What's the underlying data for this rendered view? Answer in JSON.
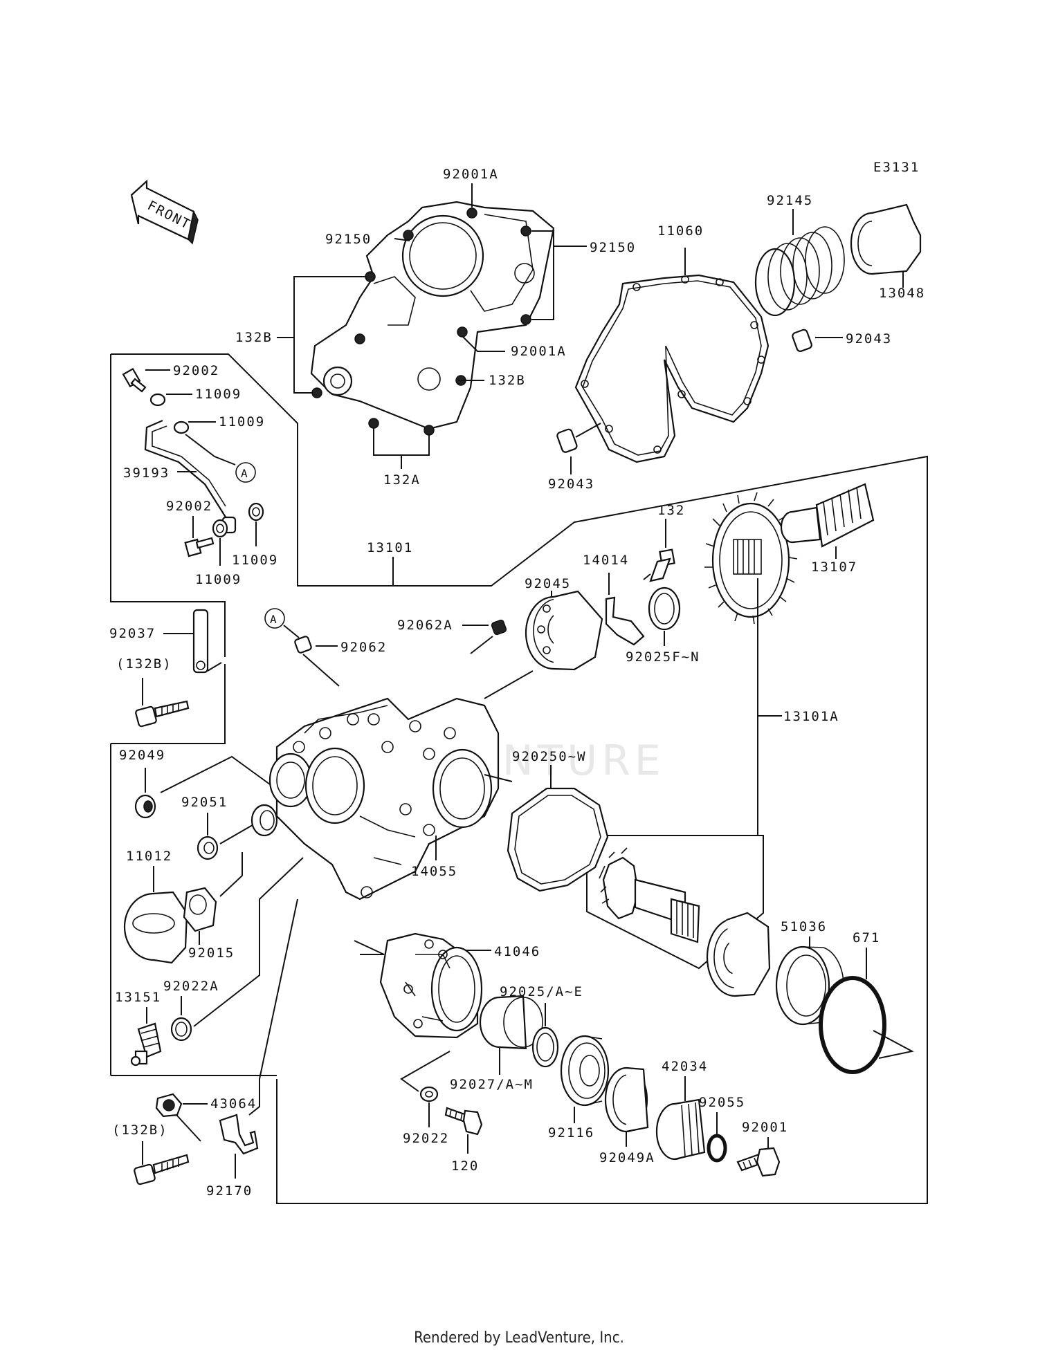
{
  "diagram_code": "E3131",
  "front_label": "FRONT",
  "callout_a": "A",
  "footer": "Rendered by LeadVenture, Inc.",
  "labels": {
    "p92001A_top": "92001A",
    "p92150_left": "92150",
    "p92150_right": "92150",
    "p132B_left": "132B",
    "p92001A_mid": "92001A",
    "p132B_right": "132B",
    "p132A": "132A",
    "p11060": "11060",
    "p92145": "92145",
    "p13048": "13048",
    "p92043_right": "92043",
    "p92043_left": "92043",
    "p92002_top": "92002",
    "p11009_a": "11009",
    "p11009_b": "11009",
    "p39193": "39193",
    "p92002_mid": "92002",
    "p11009_c": "11009",
    "p11009_d": "11009",
    "p13101": "13101",
    "p132": "132",
    "p14014": "14014",
    "p13107": "13107",
    "p92045": "92045",
    "p92062A": "92062A",
    "p92062": "92062",
    "p92025F": "92025F~N",
    "p92037": "92037",
    "p132B_paren1": "(132B)",
    "p13101A": "13101A",
    "p92049": "92049",
    "p92025O": "920250~W",
    "p92051": "92051",
    "p14055": "14055",
    "p11012": "11012",
    "p92015": "92015",
    "p51036": "51036",
    "p671": "671",
    "p41046": "41046",
    "p92022A": "92022A",
    "p13151": "13151",
    "p92025A": "92025/A~E",
    "p92027": "92027/A~M",
    "p42034": "42034",
    "p92055": "92055",
    "p43064": "43064",
    "p92001": "92001",
    "p132B_paren2": "(132B)",
    "p92116": "92116",
    "p92022": "92022",
    "p120": "120",
    "p92049A": "92049A",
    "p92170": "92170"
  }
}
